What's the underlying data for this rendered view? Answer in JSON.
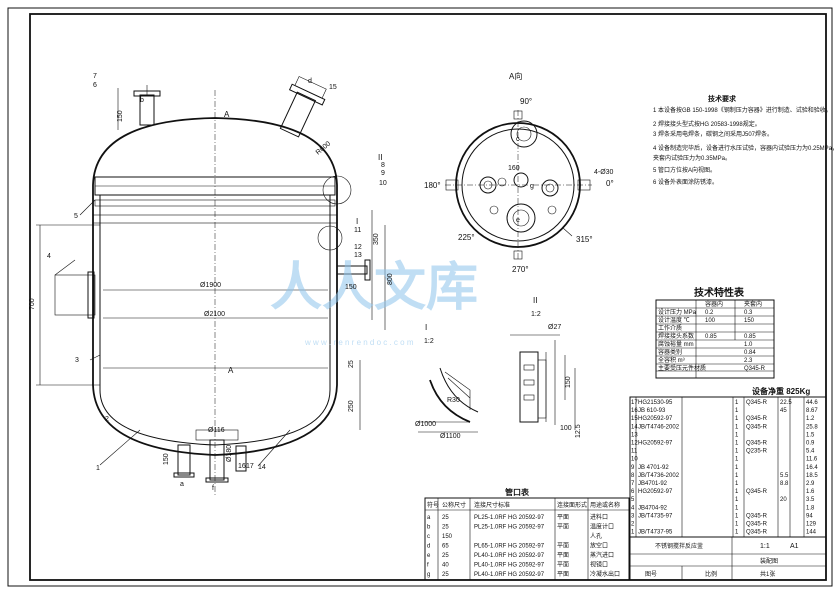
{
  "drawing": {
    "section_a_label": "A",
    "view_a_title": "A向",
    "detail_i_label": "I",
    "detail_i_scale": "1:2",
    "detail_ii_label": "II",
    "detail_ii_scale": "1:2",
    "angles": [
      "90°",
      "180°",
      "225°",
      "270°",
      "315°",
      "0°"
    ],
    "holes_label": "4-Ø30",
    "dims_main": {
      "d1900": "Ø1900",
      "d2100": "Ø2100",
      "h700": "700",
      "h150_top": "150",
      "h350": "350",
      "h800": "800",
      "h250": "250",
      "h25": "25",
      "h150_bot": "150",
      "d116": "Ø116",
      "d180": "Ø180",
      "d150_side": "150",
      "r600": "R600"
    },
    "dims_detail": {
      "d1000": "Ø1000",
      "d1100": "Ø1100",
      "r30": "R30",
      "d27": "Ø27",
      "h150": "150",
      "h12_5": "12.5",
      "d100": "100",
      "a160": "160"
    },
    "nozzle_letters": [
      "b",
      "d",
      "a",
      "f",
      "c",
      "g",
      "e"
    ],
    "part_numbers": [
      "7",
      "6",
      "15",
      "5",
      "4",
      "3",
      "2",
      "1",
      "8",
      "9",
      "10",
      "11",
      "12",
      "13",
      "14",
      "16",
      "17"
    ]
  },
  "notes": {
    "title": "技术要求",
    "items": [
      "1 本设备按GB 150-1998《钢制压力容器》进行制造、试验和验收。",
      "2 焊接接头型式按HG 20583-1998规定。",
      "3 焊条采用电焊条，碳钢之间采用J507焊条。",
      "4 设备制造完毕后，设备进行水压试验，容器内试验压力为0.25MPa，",
      "夹套内试验压力为0.35MPa。",
      "5 管口方位按A向视图。",
      "6 设备外表面涂防锈漆。"
    ]
  },
  "tech_table": {
    "title": "技术特性表",
    "headers": [
      "",
      "容器内",
      "夹套内"
    ],
    "rows": [
      [
        "设计压力 MPa",
        "0.2",
        "0.3"
      ],
      [
        "设计温度 ℃",
        "100",
        "150"
      ],
      [
        "工作介质",
        "",
        ""
      ],
      [
        "焊接接头系数",
        "0.85",
        "0.85"
      ],
      [
        "腐蚀裕量 mm",
        "",
        "1.0"
      ],
      [
        "容器类别",
        "",
        "0.84"
      ],
      [
        "全容积 m³",
        "",
        "2.3"
      ],
      [
        "主要受压元件材质",
        "",
        "Q345-R"
      ]
    ]
  },
  "parts_table": {
    "title": "设备净重 825Kg",
    "rows": [
      [
        "17",
        "HG21530-95",
        "",
        "1",
        "Q345-R",
        "22.5",
        "44.6"
      ],
      [
        "16",
        "JB 610-93",
        "",
        "1",
        "",
        "45",
        "8.67"
      ],
      [
        "15",
        "HG20592-97",
        "",
        "1",
        "Q345-R",
        "",
        "1.2"
      ],
      [
        "14",
        "JB/T4746-2002",
        "",
        "1",
        "Q345-R",
        "",
        "25.8"
      ],
      [
        "13",
        "",
        "",
        "1",
        "",
        "",
        "1.5"
      ],
      [
        "12",
        "HG20592-97",
        "",
        "1",
        "Q345-R",
        "",
        "0.9"
      ],
      [
        "11",
        "",
        "",
        "1",
        "Q235-R",
        "",
        "5.4"
      ],
      [
        "10",
        "",
        "",
        "1",
        "",
        "",
        "11.6"
      ],
      [
        "9",
        "JB 4701-92",
        "",
        "1",
        "",
        "",
        "16.4"
      ],
      [
        "8",
        "JB/T4736-2002",
        "",
        "1",
        "",
        "5.5",
        "18.5"
      ],
      [
        "7",
        "JB4701-92",
        "",
        "1",
        "",
        "8.8",
        "2.9"
      ],
      [
        "6",
        "HG20592-97",
        "",
        "1",
        "Q345-R",
        "",
        "1.6"
      ],
      [
        "5",
        "",
        "",
        "1",
        "",
        "20",
        "3.5"
      ],
      [
        "4",
        "JB4704-92",
        "",
        "1",
        "",
        "",
        "1.8"
      ],
      [
        "3",
        "JB/T4735-97",
        "",
        "1",
        "Q345-R",
        "",
        "94"
      ],
      [
        "2",
        "",
        "",
        "1",
        "Q345-R",
        "",
        "129"
      ],
      [
        "1",
        "JB/T4737-95",
        "",
        "1",
        "Q345-R",
        "",
        "144"
      ]
    ]
  },
  "nozzle_table": {
    "title": "管口表",
    "headers": [
      "符号",
      "公称尺寸",
      "连接尺寸标准",
      "连接面形式",
      "用途或名称"
    ],
    "rows": [
      [
        "a",
        "25",
        "PL25-1.0RF HG 20592-97",
        "平面",
        "进料口"
      ],
      [
        "b",
        "25",
        "PL25-1.0RF HG 20592-97",
        "平面",
        "温度计口"
      ],
      [
        "c",
        "150",
        "",
        "",
        "人孔"
      ],
      [
        "d",
        "65",
        "PL65-1.0RF HG 20592-97",
        "平面",
        "放空口"
      ],
      [
        "e",
        "25",
        "PL40-1.0RF HG 20592-97",
        "平面",
        "蒸汽进口"
      ],
      [
        "f",
        "40",
        "PL40-1.0RF HG 20592-97",
        "平面",
        "视镜口"
      ],
      [
        "g",
        "25",
        "PL40-1.0RF HG 20592-97",
        "平面",
        "冷凝水出口"
      ]
    ]
  },
  "title_block": {
    "name": "不锈钢搅拌反应釜",
    "scale": "1:1",
    "sheet": "A1",
    "maker": "装配图",
    "code1": "图号",
    "code2": "比例",
    "code3": "共1张"
  },
  "watermark": {
    "text": "人人文库",
    "url": "w w w . r e n r e n d o c . c o m"
  }
}
